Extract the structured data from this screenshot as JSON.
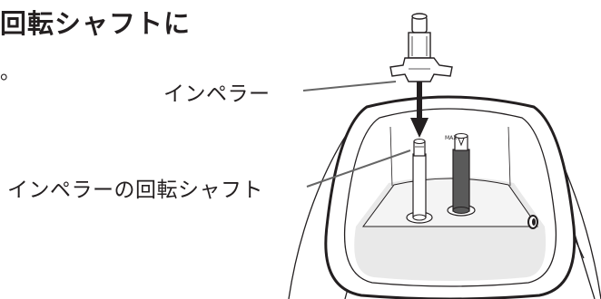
{
  "heading": "回転シャフトに",
  "body_fragment": "。",
  "callouts": {
    "impeller": "インペラー",
    "shaft": "インペラーの回転シャフト"
  },
  "illustration": {
    "max_mark": "MAX"
  }
}
